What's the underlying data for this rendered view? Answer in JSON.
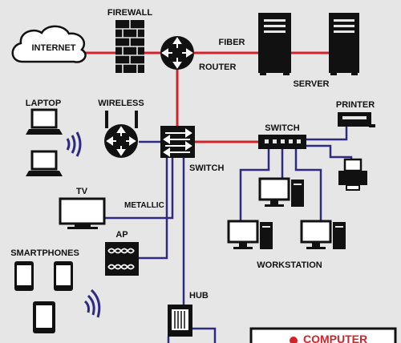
{
  "labels": {
    "internet": "INTERNET",
    "firewall": "FIREWALL",
    "fiber": "FIBER",
    "router": "ROUTER",
    "server": "SERVER",
    "laptop": "LAPTOP",
    "wireless": "WIRELESS",
    "switch_main": "SWITCH",
    "switch_right": "SWITCH",
    "printer": "PRINTER",
    "tv": "TV",
    "metallic": "METALLIC",
    "ap": "AP",
    "smartphones": "SMARTPHONES",
    "workstation": "WORKSTATION",
    "hub": "HUB",
    "badge": "COMPUTER"
  },
  "colors": {
    "background": "#e6e6e6",
    "fiber_link": "#d4222b",
    "copper_link": "#2e2a7f",
    "device": "#111111",
    "badge_accent": "#d4222b"
  },
  "icons": [
    "cloud-icon",
    "firewall-icon",
    "router-icon",
    "server-icon",
    "laptop-icon",
    "wifi-icon",
    "switch-icon",
    "printer-icon",
    "tv-icon",
    "ap-icon",
    "smartphone-icon",
    "tablet-icon",
    "workstation-icon",
    "hub-icon"
  ]
}
